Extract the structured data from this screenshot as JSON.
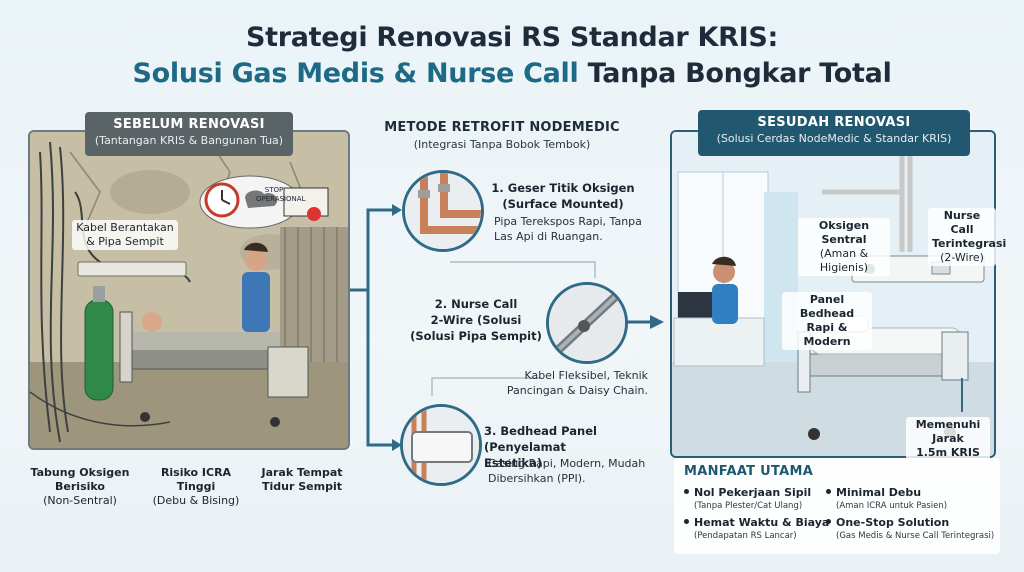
{
  "title": {
    "line1": "Strategi Renovasi RS Standar KRIS:",
    "line2_highlight": "Solusi Gas Medis & Nurse Call",
    "line2_rest": " Tanpa Bongkar Total"
  },
  "before": {
    "badge_title": "SEBELUM RENOVASI",
    "badge_sub": "(Tantangan KRIS & Bangunan Tua)",
    "label_cables": "Kabel Berantakan & Pipa Sempit",
    "stop_sign": "STOP OPERASIONAL",
    "bottom": [
      {
        "t1": "Tabung Oksigen",
        "t2": "Berisiko",
        "t3": "(Non-Sentral)"
      },
      {
        "t1": "Risiko ICRA",
        "t2": "Tinggi",
        "t3": "(Debu & Bising)"
      },
      {
        "t1": "Jarak Tempat",
        "t2": "Tidur Sempit",
        "t3": ""
      }
    ]
  },
  "method": {
    "title": "METODE RETROFIT NODEMEDIC",
    "subtitle": "(Integrasi Tanpa Bobok Tembok)",
    "steps": [
      {
        "title1": "1. Geser Titik Oksigen",
        "title2": "(Surface Mounted)",
        "desc1": "Pipa Terekspos Rapi, Tanpa",
        "desc2": "Las Api di Ruangan."
      },
      {
        "title1": "2. Nurse Call",
        "title2": "2-Wire (Solusi",
        "title3": "(Solusi Pipa Sempit)",
        "desc1": "Kabel Fleksibel, Teknik",
        "desc2": "Pancingan & Daisy Chain."
      },
      {
        "title1": "3. Bedhead Panel",
        "title2": "(Penyelamat Estetika)",
        "desc1": "Casing Rapi, Modern, Mudah",
        "desc2": "Dibersihkan (PPI)."
      }
    ]
  },
  "after": {
    "badge_title": "SESUDAH RENOVASI",
    "badge_sub": "(Solusi Cerdas NodeMedic & Standar KRIS)",
    "oxygen_t1": "Oksigen Sentral",
    "oxygen_t2": "(Aman & Higienis)",
    "nursecall_t1": "Nurse Call",
    "nursecall_t2": "Terintegrasi",
    "nursecall_t3": "(2-Wire)",
    "panel_t1": "Panel Bedhead",
    "panel_t2": "Rapi & Modern",
    "distance_t1": "Memenuhi Jarak",
    "distance_t2": "1.5m KRIS"
  },
  "benefits": {
    "title": "MANFAAT UTAMA",
    "items": [
      {
        "head": "Nol Pekerjaan Sipil",
        "sub": "(Tanpa Plester/Cat Ulang)"
      },
      {
        "head": "Minimal Debu",
        "sub": "(Aman ICRA untuk Pasien)"
      },
      {
        "head": "Hemat Waktu & Biaya",
        "sub": "(Pendapatan RS Lancar)"
      },
      {
        "head": "One-Stop Solution",
        "sub": "(Gas Medis & Nurse Call Terintegrasi)"
      }
    ]
  },
  "colors": {
    "accent": "#2f6b86",
    "dark": "#1d2b3a",
    "before_bg": "#b9b29c",
    "after_bg": "#dfeef6"
  }
}
